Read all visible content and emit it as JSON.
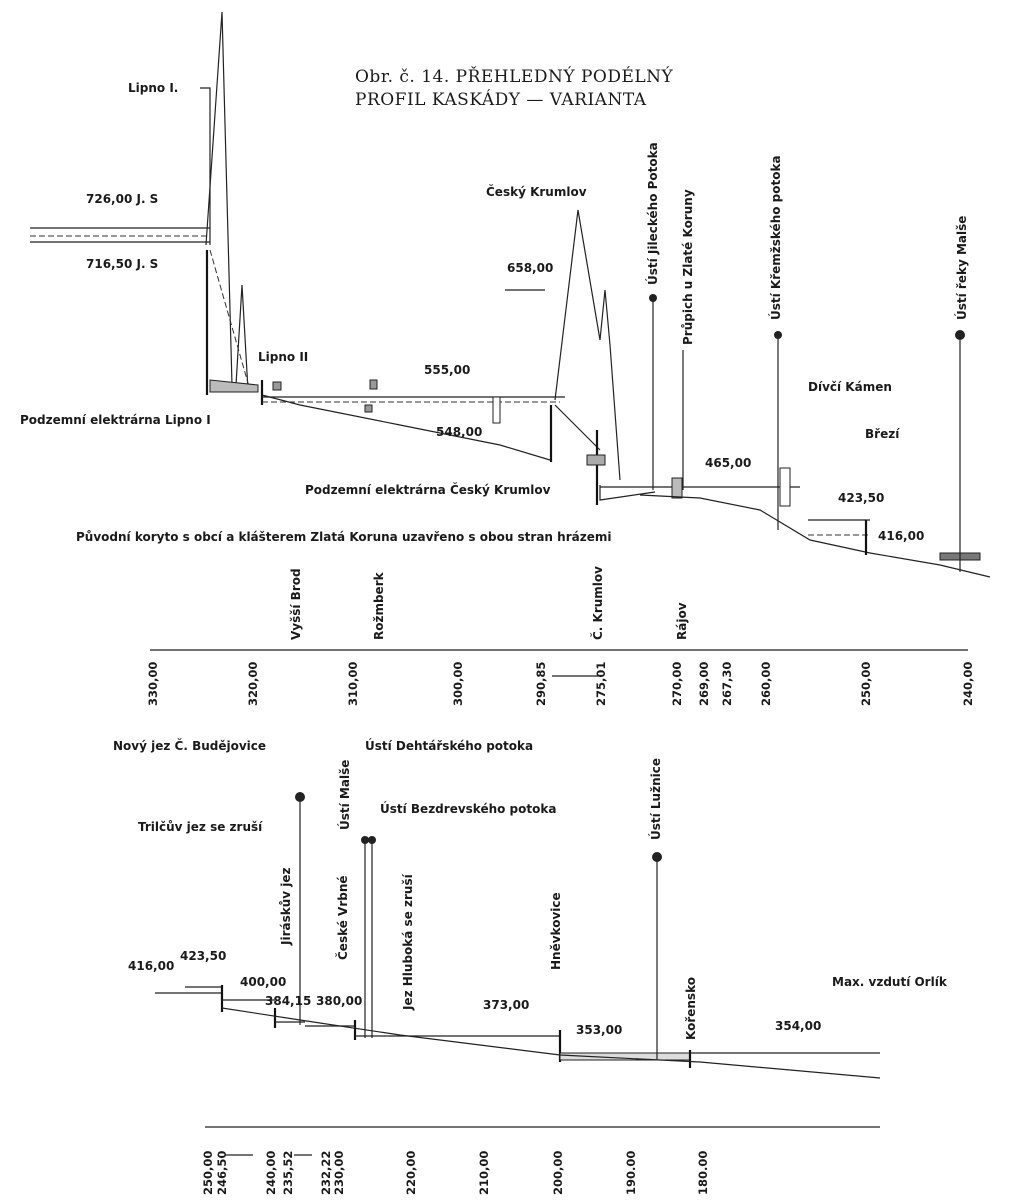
{
  "title": {
    "line1": "Obr. č. 14. PŘEHLEDNÝ PODÉLNÝ",
    "line2": "PROFIL KASKÁDY — VARIANTA"
  },
  "top_profile": {
    "labels": {
      "lipno1": "Lipno I.",
      "level_726": "726,00 J. S",
      "level_716": "716,50 J. S",
      "lipno2": "Lipno II",
      "podzemni_lipno": "Podzemní elektrárna Lipno I",
      "level_555": "555,00",
      "level_548": "548,00",
      "cesky_krumlov": "Český Krumlov",
      "level_658": "658,00",
      "usti_jileckeho": "Ústí Jileckého Potoka",
      "prupich": "Průpich u Zlaté Koruny",
      "usti_kremzskeho": "Ústí Křemžského potoka",
      "usti_malse": "Ústí řeky Malše",
      "divci_kamen": "Dívčí Kámen",
      "brezi": "Březí",
      "level_465": "465,00",
      "podzemni_ck": "Podzemní elektrárna Český Krumlov",
      "level_423": "423,50",
      "level_416": "416,00",
      "note": "Původní koryto s obcí a klášterem Zlatá Koruna uzavřeno s obou stran hrázemi"
    },
    "places": [
      "Vyšší Brod",
      "Rožmberk",
      "Č. Krumlov",
      "Rájov"
    ],
    "axis": [
      "330,00",
      "320,00",
      "310,00",
      "300,00",
      "290,85",
      "275,01",
      "270,00",
      "269,00",
      "267,30",
      "260,00",
      "250,00",
      "240,00"
    ]
  },
  "bottom_profile": {
    "labels": {
      "novy_jez": "Nový jez Č. Budějovice",
      "trilcuv": "Trilčův jez se zruší",
      "jiraskuv": "Jiráskův jez",
      "ceske_vrbne": "České Vrbné",
      "usti_malse": "Ústí Malše",
      "usti_dehtarskeho": "Ústí Dehtářského potoka",
      "usti_bezdrevskeho": "Ústí Bezdrevského potoka",
      "jez_hluboka": "Jez Hluboká se zruší",
      "hnevkovice": "Hněvkovice",
      "usti_luznice": "Ústí Lužnice",
      "korensko": "Kořensko",
      "max_vzduti": "Max. vzdutí Orlík",
      "level_416": "416,00",
      "level_423": "423,50",
      "level_400": "400,00",
      "level_384": "384,15",
      "level_380": "380,00",
      "level_373": "373,00",
      "level_353": "353,00",
      "level_354": "354,00"
    },
    "axis": [
      "250,00",
      "246,50",
      "240,00",
      "235,52",
      "232,22",
      "230,00",
      "220,00",
      "210,00",
      "200,00",
      "190.00",
      "180.00"
    ]
  }
}
